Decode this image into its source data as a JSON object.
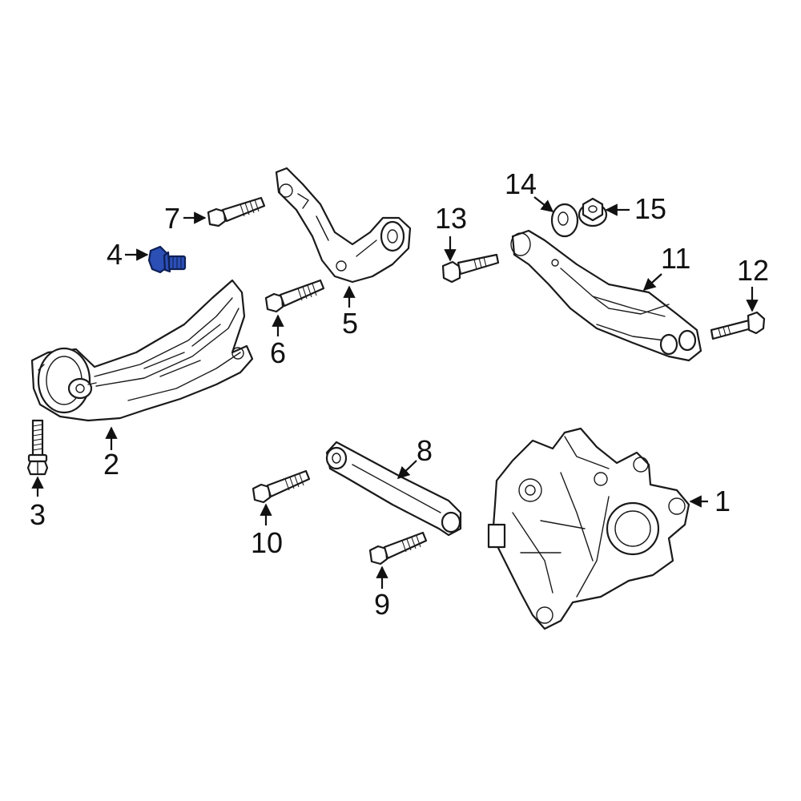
{
  "diagram": {
    "highlight_color": "#2b4fb5",
    "callouts": {
      "c1": "1",
      "c2": "2",
      "c3": "3",
      "c4": "4",
      "c5": "5",
      "c6": "6",
      "c7": "7",
      "c8": "8",
      "c9": "9",
      "c10": "10",
      "c11": "11",
      "c12": "12",
      "c13": "13",
      "c14": "14",
      "c15": "15"
    },
    "highlighted_part": "4"
  }
}
